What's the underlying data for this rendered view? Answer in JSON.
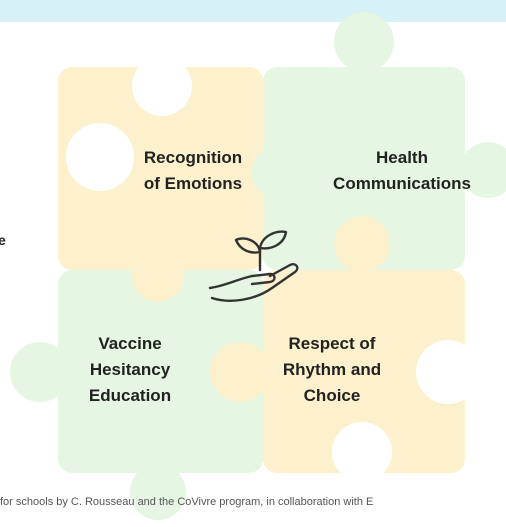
{
  "colors": {
    "top_band": "#d6f1f7",
    "piece_yellow": "#fdf0cc",
    "piece_green": "#e5f6e2",
    "icon_stroke": "#333333",
    "text": "#222222"
  },
  "stray_mark": "e",
  "pieces": {
    "top_left": {
      "lines": [
        "Recognition",
        "of Emotions"
      ]
    },
    "top_right": {
      "lines": [
        "Health",
        "Communications"
      ]
    },
    "bottom_left": {
      "lines": [
        "Vaccine",
        "Hesitancy",
        "Education"
      ]
    },
    "bottom_right": {
      "lines": [
        "Respect of",
        "Rhythm and",
        "Choice"
      ]
    }
  },
  "center_icon": "seedling-in-hand-icon",
  "caption": "for schools by C. Rousseau and the CoVivre program, in collaboration with E"
}
